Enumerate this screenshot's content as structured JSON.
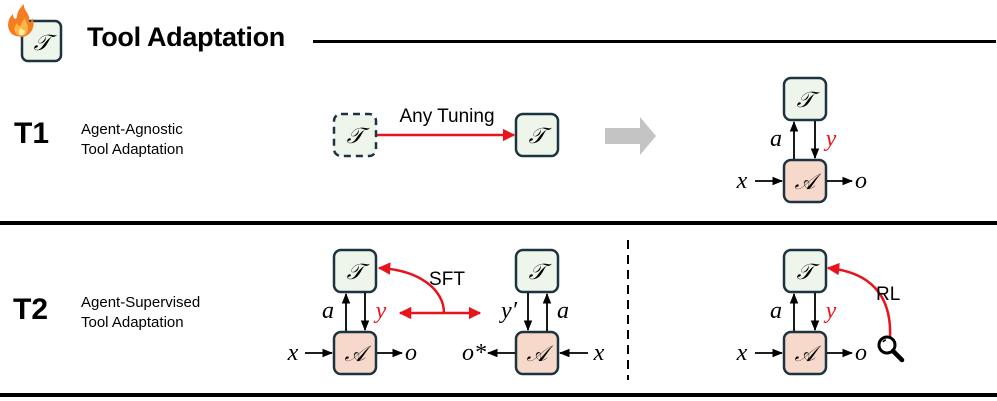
{
  "header": {
    "title": "Tool Adaptation",
    "logo_symbol": "𝒯",
    "logo_badge_icon": "fire-icon"
  },
  "colors": {
    "tool_box_fill": "#eef6ec",
    "agent_box_fill": "#f6d9ca",
    "box_stroke": "#1c3340",
    "highlight_red": "#e8141c",
    "transition_arrow": "#c4c4c4"
  },
  "symbols": {
    "tool": "𝒯",
    "agent": "𝒜",
    "input": "x",
    "output": "o",
    "output_star": "o*",
    "action": "a",
    "tool_result": "y",
    "tool_result_prime": "y′"
  },
  "tiers": [
    {
      "id": "T1",
      "line1": "Agent-Agnostic",
      "line2": "Tool Adaptation",
      "transition_label": "Any Tuning"
    },
    {
      "id": "T2",
      "line1": "Agent-Supervised",
      "line2": "Tool Adaptation",
      "sft_label": "SFT",
      "rl_label": "RL"
    }
  ]
}
